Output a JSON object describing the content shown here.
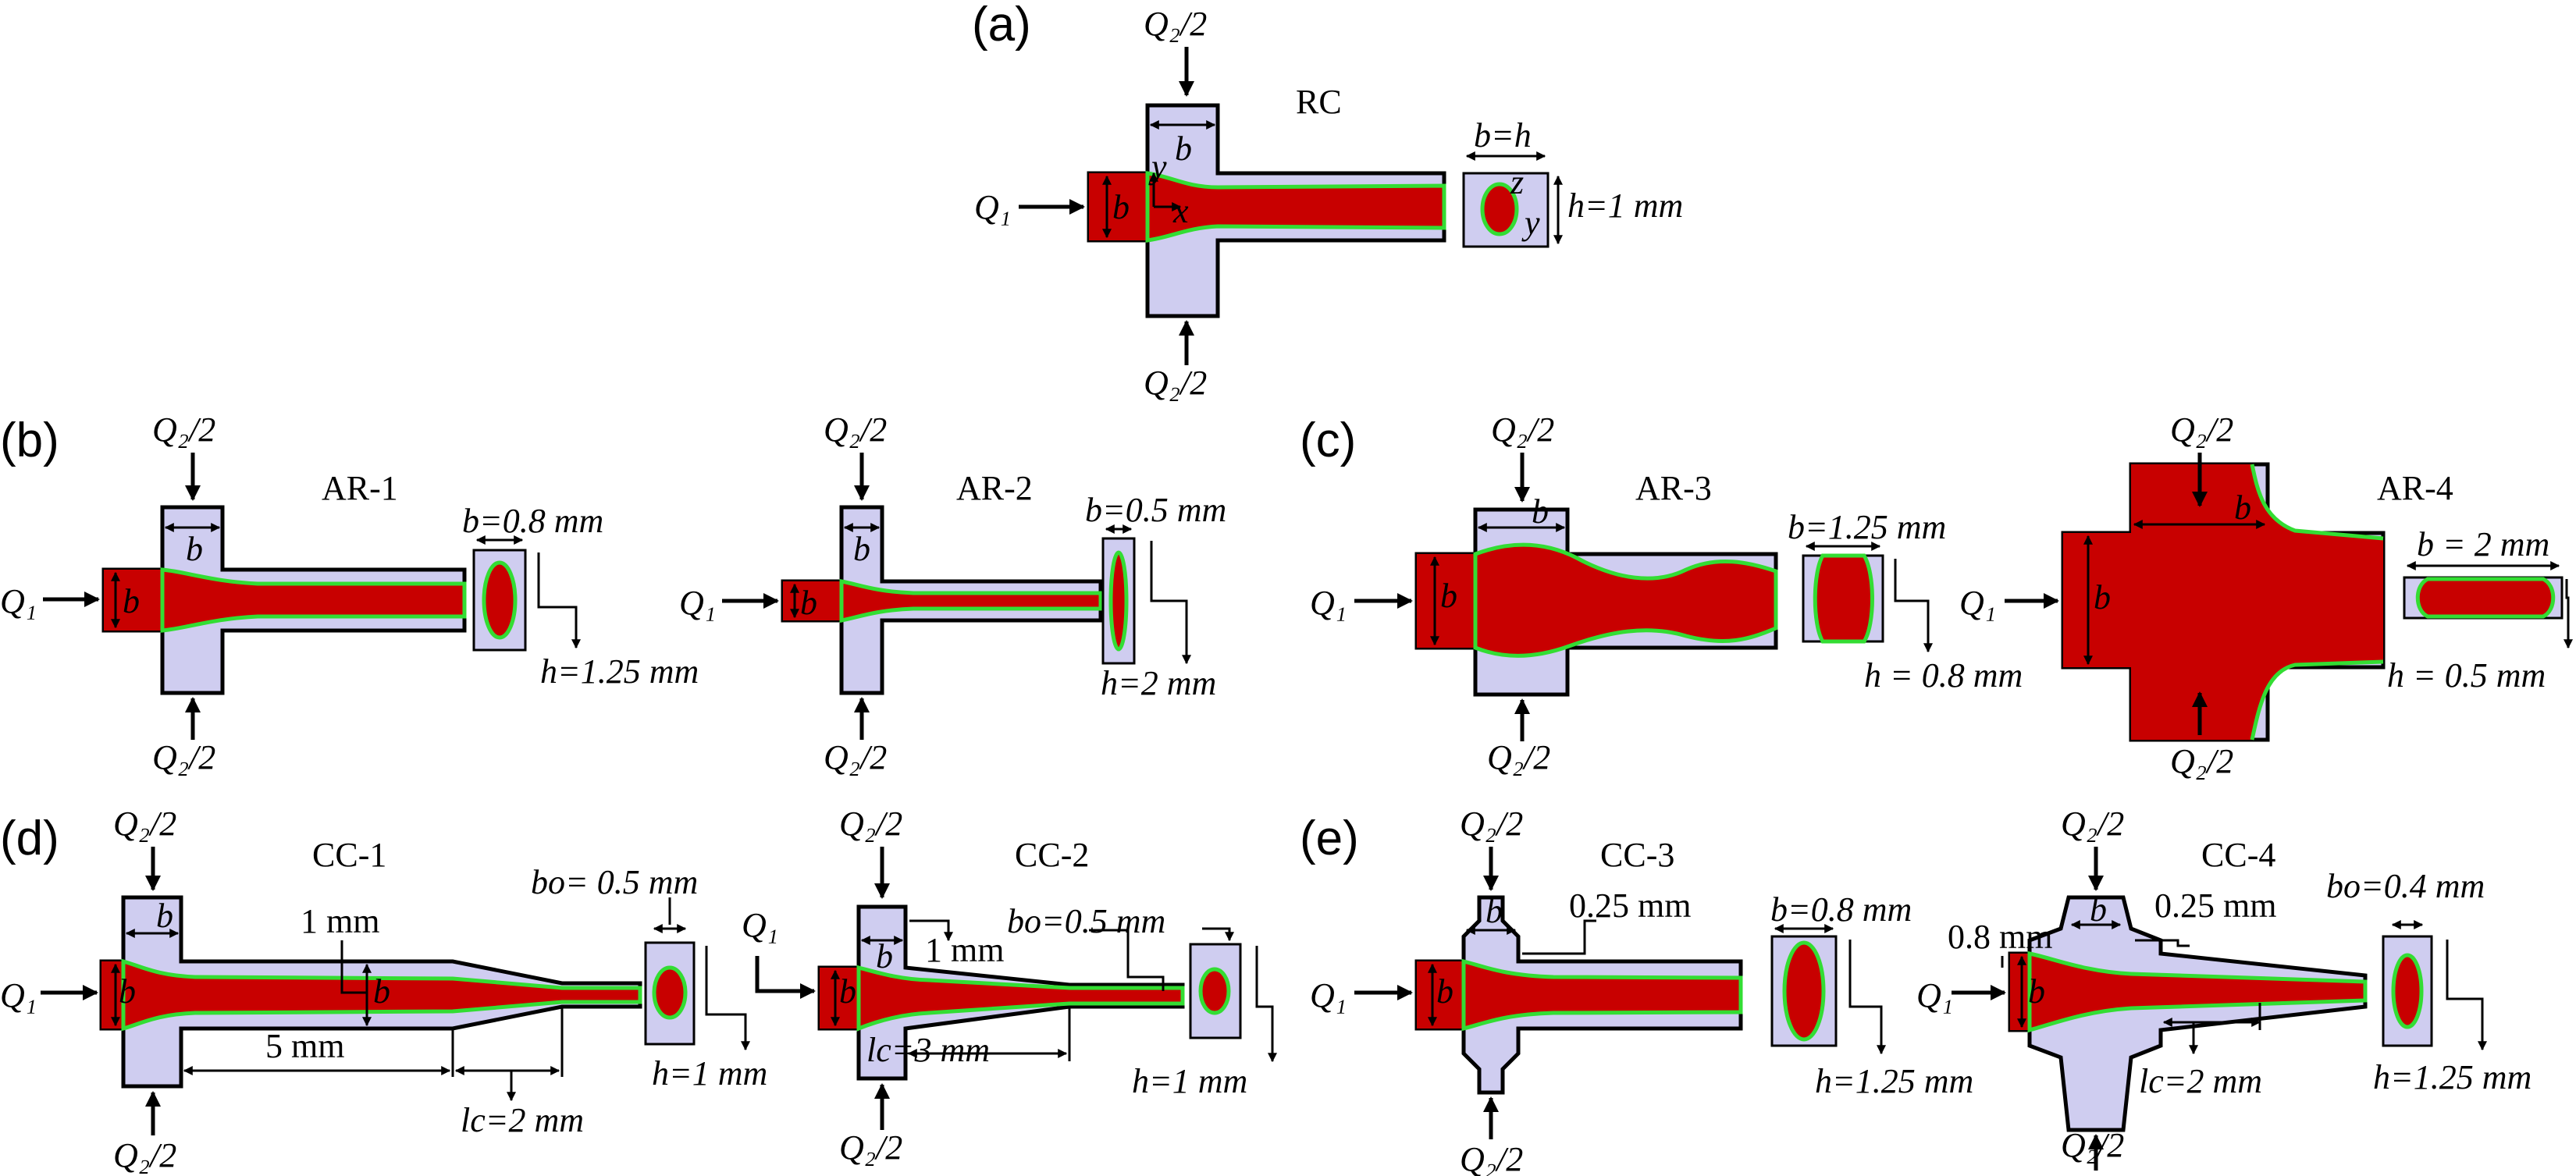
{
  "panels": {
    "a": {
      "tag": "(a)",
      "name": "RC",
      "q1": "Q₁",
      "q2_top": "Q₂/2",
      "q2_bot": "Q₂/2",
      "b_inlet": "b",
      "b": "b",
      "x": "x",
      "y": "y",
      "z": "z",
      "y2": "y",
      "cross_w": "b=h",
      "cross_h": "h=1 mm"
    },
    "b": {
      "tag": "(b)",
      "ar1": {
        "name": "AR-1",
        "q1": "Q₁",
        "q2_top": "Q₂/2",
        "q2_bot": "Q₂/2",
        "b_inlet": "b",
        "b": "b",
        "cross_w": "b=0.8 mm",
        "cross_h": "h=1.25 mm"
      },
      "ar2": {
        "name": "AR-2",
        "q1": "Q₁",
        "q2_top": "Q₂/2",
        "q2_bot": "Q₂/2",
        "b_inlet": "b",
        "b": "b",
        "cross_w": "b=0.5 mm",
        "cross_h": "h=2 mm"
      }
    },
    "c": {
      "tag": "(c)",
      "ar3": {
        "name": "AR-3",
        "q1": "Q₁",
        "q2_top": "Q₂/2",
        "q2_bot": "Q₂/2",
        "b_inlet": "b",
        "b": "b",
        "cross_w": "b=1.25 mm",
        "cross_h": "h = 0.8 mm"
      },
      "ar4": {
        "name": "AR-4",
        "q1": "Q₁",
        "q2_top": "Q₂/2",
        "q2_bot": "Q₂/2",
        "b_inlet": "b",
        "b": "b",
        "cross_w": "b = 2 mm",
        "cross_h": "h = 0.5 mm"
      }
    },
    "d": {
      "tag": "(d)",
      "cc1": {
        "name": "CC-1",
        "q1": "Q₁",
        "q2_top": "Q₂/2",
        "q2_bot": "Q₂/2",
        "b_inlet": "b",
        "b": "b",
        "b_mid": "b",
        "one_mm": "1 mm",
        "five_mm": "5 mm",
        "lc": "lc=2 mm",
        "bo": "bo= 0.5 mm",
        "cross_h": "h=1 mm"
      },
      "cc2": {
        "name": "CC-2",
        "q1": "Q₁",
        "q2_top": "Q₂/2",
        "q2_bot": "Q₂/2",
        "b_inlet": "b",
        "b": "b",
        "one_mm": "1 mm",
        "lc": "lc=3 mm",
        "bo": "bo=0.5 mm",
        "cross_h": "h=1 mm"
      }
    },
    "e": {
      "tag": "(e)",
      "cc3": {
        "name": "CC-3",
        "q1": "Q₁",
        "q2_top": "Q₂/2",
        "q2_bot": "Q₂/2",
        "b_inlet": "b",
        "b": "b",
        "gap": "0.25 mm",
        "cross_w": "b=0.8 mm",
        "cross_h": "h=1.25 mm"
      },
      "cc4": {
        "name": "CC-4",
        "q1": "Q₁",
        "q2_top": "Q₂/2",
        "q2_bot": "Q₂/2",
        "b_inlet": "b",
        "b": "b",
        "gap": "0.25 mm",
        "inlet": "0.8 mm",
        "lc": "lc=2 mm",
        "bo": "bo=0.4 mm",
        "cross_h": "h=1.25 mm"
      }
    }
  },
  "colors": {
    "channel": "#cfcdf0",
    "fluid": "#c80000",
    "interface": "#33dd33"
  }
}
